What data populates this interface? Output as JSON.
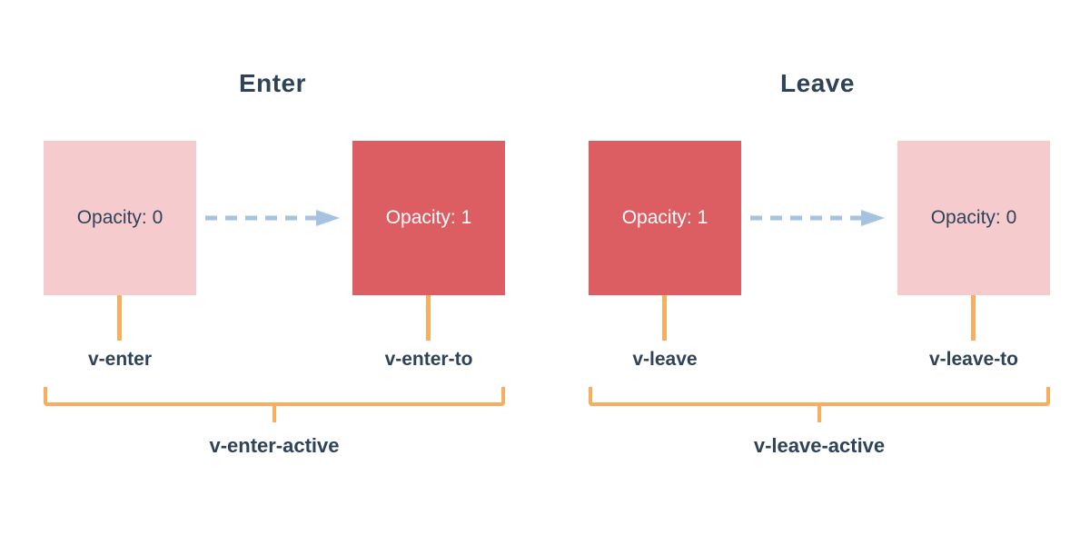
{
  "diagram": {
    "sections": [
      {
        "title": "Enter",
        "from_box": {
          "label": "Opacity: 0",
          "style": "pink"
        },
        "to_box": {
          "label": "Opacity: 1",
          "style": "red"
        },
        "from_label": "v-enter",
        "to_label": "v-enter-to",
        "active_label": "v-enter-active"
      },
      {
        "title": "Leave",
        "from_box": {
          "label": "Opacity: 1",
          "style": "red"
        },
        "to_box": {
          "label": "Opacity: 0",
          "style": "pink"
        },
        "from_label": "v-leave",
        "to_label": "v-leave-to",
        "active_label": "v-leave-active"
      }
    ],
    "colors": {
      "red": "#dc5e63",
      "pink": "#f5cbce",
      "arrow": "#a5c3de",
      "orange": "#f9ae5f",
      "text": "#2f4358"
    }
  }
}
